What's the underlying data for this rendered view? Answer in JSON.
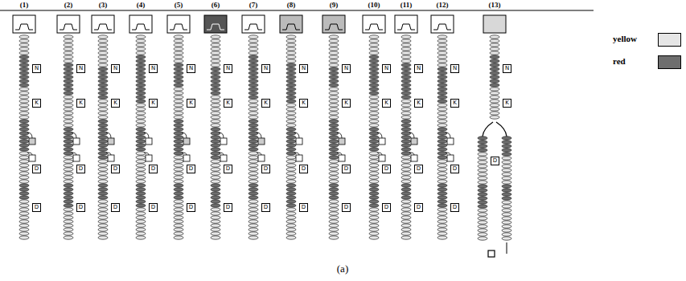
{
  "diagram": {
    "labels": [
      "(1)",
      "(2)",
      "(3)",
      "(4)",
      "(5)",
      "(6)",
      "(7)",
      "(8)",
      "(9)",
      "(10)",
      "(11)",
      "(12)",
      "(13)",
      "N",
      "K",
      "D",
      "D",
      "N",
      "K",
      "D",
      "D",
      "N",
      "K",
      "D",
      "D",
      "N",
      "K",
      "D",
      "D",
      "N",
      "K",
      "D",
      "D",
      "N",
      "K",
      "D",
      "D",
      "N",
      "K",
      "D",
      "D",
      "N",
      "K",
      "D",
      "D",
      "N",
      "K",
      "D",
      "D",
      "N",
      "K",
      "D",
      "D",
      "N",
      "K",
      "D",
      "D",
      "N",
      "K",
      "D",
      "D",
      "N",
      "K",
      "D",
      "(a)"
    ],
    "legend": [
      {
        "text": "yellow",
        "color": "#e6e6e6"
      },
      {
        "text": "red",
        "color": "#6e6e6e"
      }
    ]
  }
}
